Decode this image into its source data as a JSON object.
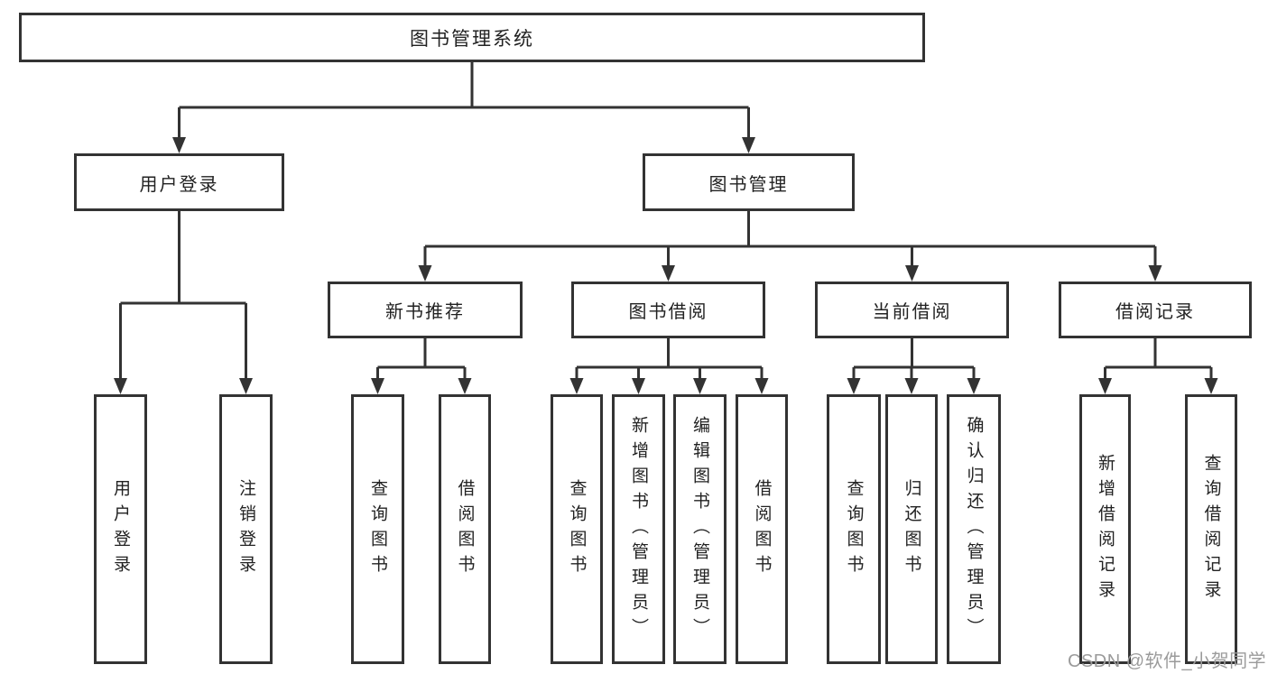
{
  "diagram_type": "hierarchy-chart",
  "colors": {
    "background": "#ffffff",
    "line": "#333333",
    "box_border": "#333333",
    "text": "#222222",
    "watermark": "#9b9b9b"
  },
  "watermark": {
    "text": "CSDN @软件_小贺同学"
  },
  "tree": {
    "root": {
      "label": "图书管理系统",
      "children": [
        {
          "label": "用户登录",
          "children": [
            {
              "label": "用户登录"
            },
            {
              "label": "注销登录"
            }
          ]
        },
        {
          "label": "图书管理",
          "children": [
            {
              "label": "新书推荐",
              "children": [
                {
                  "label": "查询图书"
                },
                {
                  "label": "借阅图书"
                }
              ]
            },
            {
              "label": "图书借阅",
              "children": [
                {
                  "label": "查询图书"
                },
                {
                  "label": "新增图书（管理员）"
                },
                {
                  "label": "编辑图书（管理员）"
                },
                {
                  "label": "借阅图书"
                }
              ]
            },
            {
              "label": "当前借阅",
              "children": [
                {
                  "label": "查询图书"
                },
                {
                  "label": "归还图书"
                },
                {
                  "label": "确认归还（管理员）"
                }
              ]
            },
            {
              "label": "借阅记录",
              "children": [
                {
                  "label": "新增借阅记录"
                },
                {
                  "label": "查询借阅记录"
                }
              ]
            }
          ]
        }
      ]
    }
  }
}
